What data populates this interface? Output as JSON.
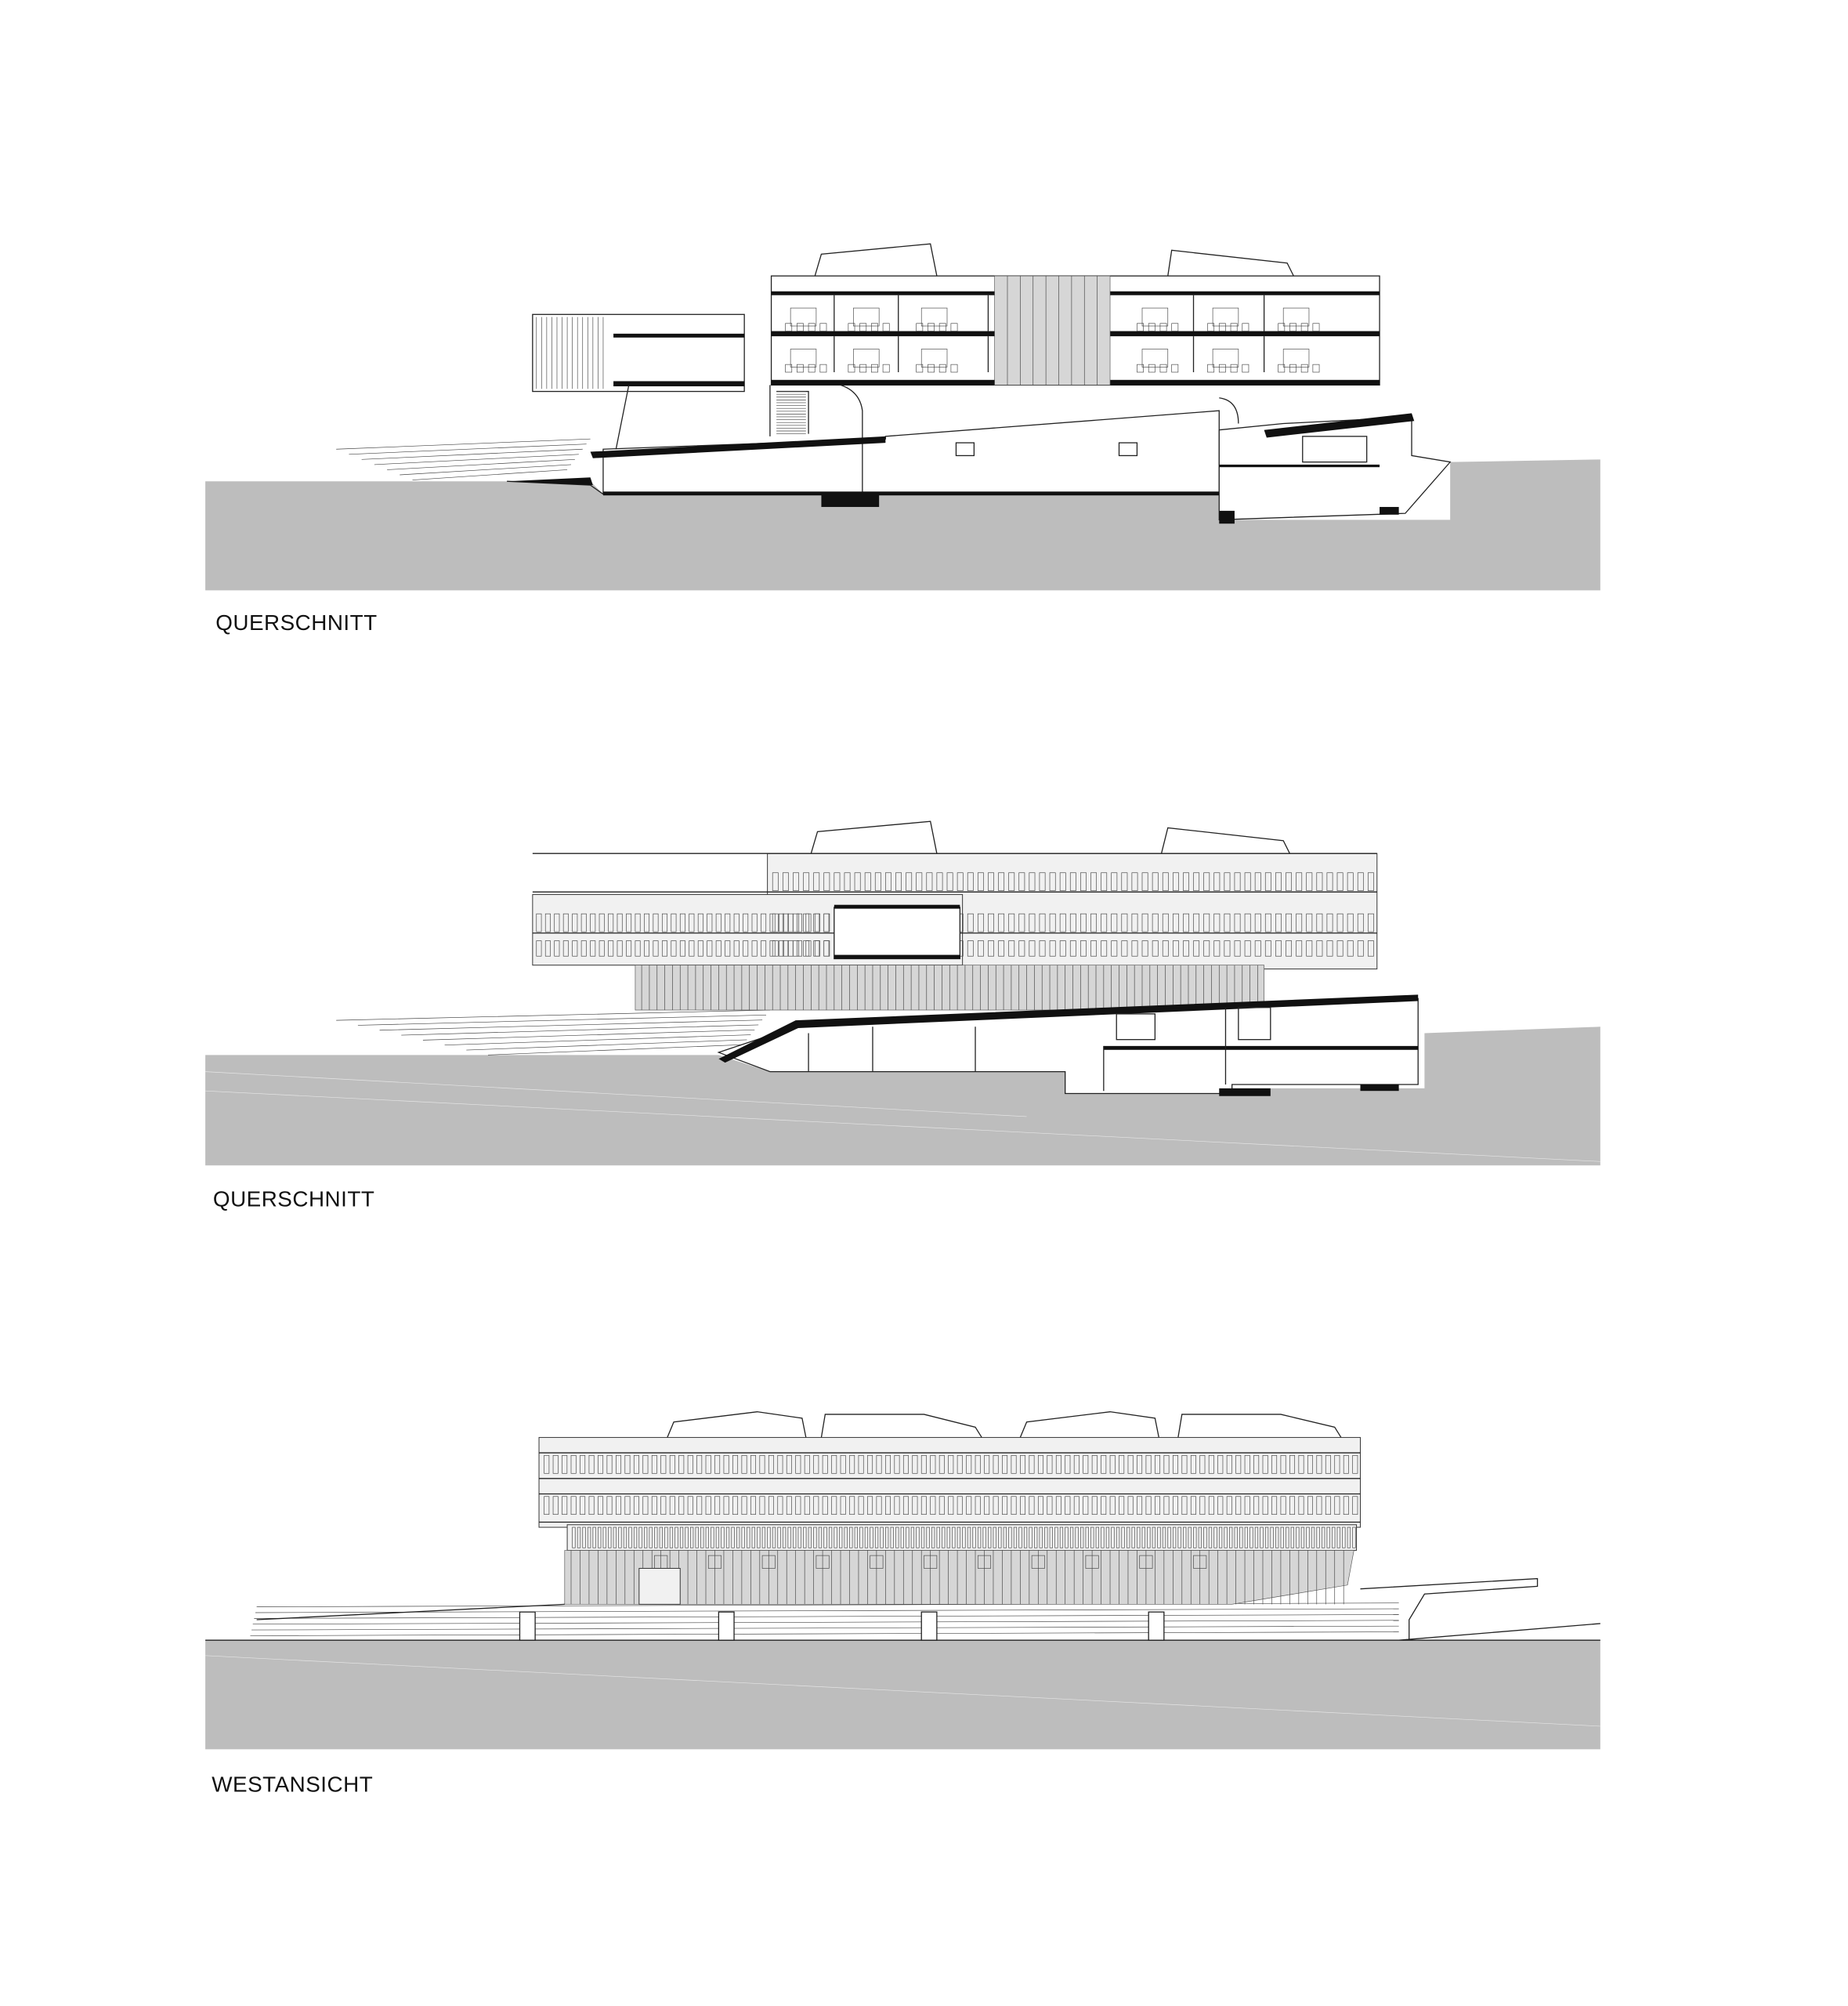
{
  "drawings": [
    {
      "label": "QUERSCHNITT",
      "type": "section"
    },
    {
      "label": "QUERSCHNITT",
      "type": "section"
    },
    {
      "label": "WESTANSICHT",
      "type": "elevation"
    }
  ],
  "colors": {
    "ground": "#bdbdbd",
    "line": "#222222",
    "facade": "#f1f1f1",
    "glass": "#d6d6d6"
  }
}
